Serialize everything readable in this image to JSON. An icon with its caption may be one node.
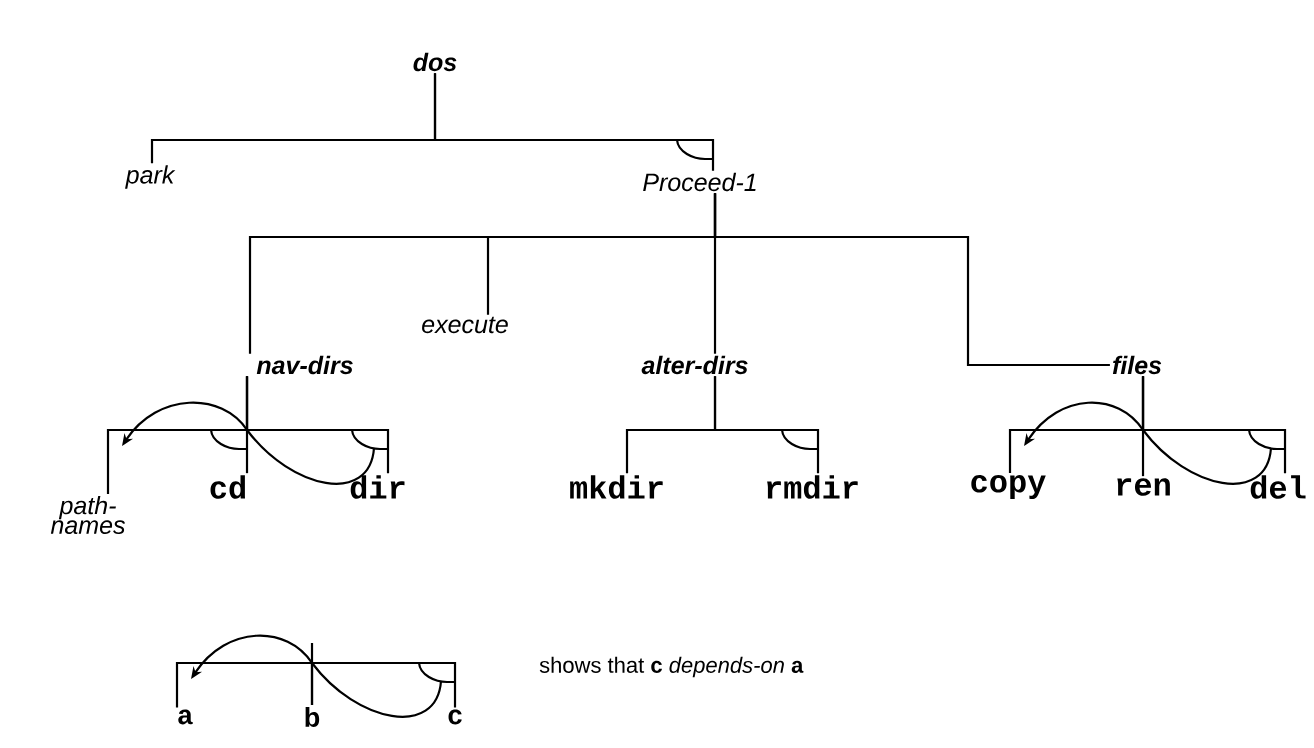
{
  "diagram": {
    "nodes": [
      {
        "text": [
          "dos"
        ]
      },
      {
        "text": [
          "park"
        ]
      },
      {
        "text": [
          "Proceed-1"
        ]
      },
      {
        "text": [
          "execute"
        ]
      },
      {
        "text": [
          "nav-dirs"
        ]
      },
      {
        "text": [
          "alter-dirs"
        ]
      },
      {
        "text": [
          "files"
        ]
      },
      {
        "text": [
          "path- names"
        ]
      },
      {
        "text": [
          "cd"
        ]
      },
      {
        "text": [
          "dir"
        ]
      },
      {
        "text": [
          "mkdir"
        ]
      },
      {
        "text": [
          "rmdir"
        ]
      },
      {
        "text": [
          "copy"
        ]
      },
      {
        "text": [
          "ren"
        ]
      },
      {
        "text": [
          "del"
        ]
      },
      {
        "text": [
          "a"
        ]
      },
      {
        "text": [
          "b"
        ]
      },
      {
        "text": [
          "c"
        ]
      }
    ],
    "edges": [
      {
        "from": 0,
        "to": 1,
        "arrow": "none"
      },
      {
        "from": 0,
        "to": 2,
        "arrow": "none"
      },
      {
        "from": 2,
        "to": 3,
        "arrow": "none"
      },
      {
        "from": 2,
        "to": 4,
        "arrow": "none"
      },
      {
        "from": 2,
        "to": 5,
        "arrow": "none"
      },
      {
        "from": 2,
        "to": 6,
        "arrow": "none"
      },
      {
        "from": 4,
        "to": 7,
        "arrow": "none"
      },
      {
        "from": 4,
        "to": 8,
        "arrow": "none"
      },
      {
        "from": 4,
        "to": 9,
        "arrow": "none"
      },
      {
        "from": 5,
        "to": 10,
        "arrow": "none"
      },
      {
        "from": 5,
        "to": 11,
        "arrow": "none"
      },
      {
        "from": 6,
        "to": 12,
        "arrow": "none"
      },
      {
        "from": 6,
        "to": 13,
        "arrow": "none"
      },
      {
        "from": 6,
        "to": 14,
        "arrow": "none"
      },
      {
        "from": 16,
        "to": 15,
        "arrow": "none"
      },
      {
        "from": 16,
        "to": 17,
        "arrow": "none"
      },
      {
        "from": 9,
        "to": 7,
        "arrow": "to"
      },
      {
        "from": 14,
        "to": 12,
        "arrow": "to"
      },
      {
        "from": 17,
        "to": 15,
        "arrow": "to"
      }
    ],
    "labels": [
      "shows that **c** *depends-on* **a**"
    ]
  }
}
